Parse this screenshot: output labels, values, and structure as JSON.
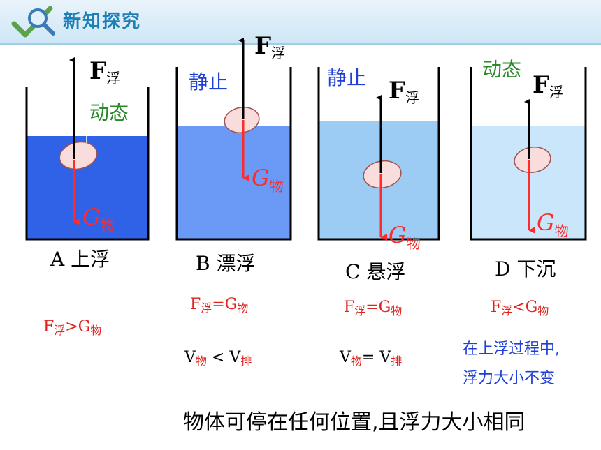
{
  "header": {
    "title": "新知探究",
    "icon": "magnifier-check-icon"
  },
  "colors": {
    "beaker_a": "#2f62e6",
    "beaker_b": "#6b99f6",
    "beaker_c": "#9ccbf3",
    "beaker_d": "#c9e6fa",
    "arrow_up": "#000000",
    "arrow_down": "#ff2a2a",
    "egg_fill": "#f9dcdc"
  },
  "forces": {
    "buoyancy_main": "F",
    "buoyancy_sub": "浮",
    "gravity_main": "G",
    "gravity_sub": "物"
  },
  "beakers": [
    {
      "state": "动态",
      "label": "A 上浮",
      "condition": {
        "lhs": "F",
        "lhs_sub": "浮",
        "op": ">",
        "rhs": "G",
        "rhs_sub": "物"
      }
    },
    {
      "state": "静止",
      "label": "B 漂浮",
      "condition": {
        "lhs": "F",
        "lhs_sub": "浮",
        "op": "=",
        "rhs": "G",
        "rhs_sub": "物"
      },
      "volume": {
        "lhs": "V",
        "lhs_sub": "物",
        "op": " < ",
        "rhs": "V",
        "rhs_sub": "排"
      }
    },
    {
      "state": "静止",
      "label": "C 悬浮",
      "condition": {
        "lhs": "F",
        "lhs_sub": "浮",
        "op": "=",
        "rhs": "G",
        "rhs_sub": "物"
      },
      "volume": {
        "lhs": "V",
        "lhs_sub": "物",
        "op": "= ",
        "rhs": "V",
        "rhs_sub": "排"
      }
    },
    {
      "state": "动态",
      "label": "D 下沉",
      "condition": {
        "lhs": "F",
        "lhs_sub": "浮",
        "op": "<",
        "rhs": "G",
        "rhs_sub": "物"
      },
      "note_line1": "在上浮过程中,",
      "note_line2": "浮力大小不变"
    }
  ],
  "bottom_text": "物体可停在任何位置,且浮力大小相同"
}
